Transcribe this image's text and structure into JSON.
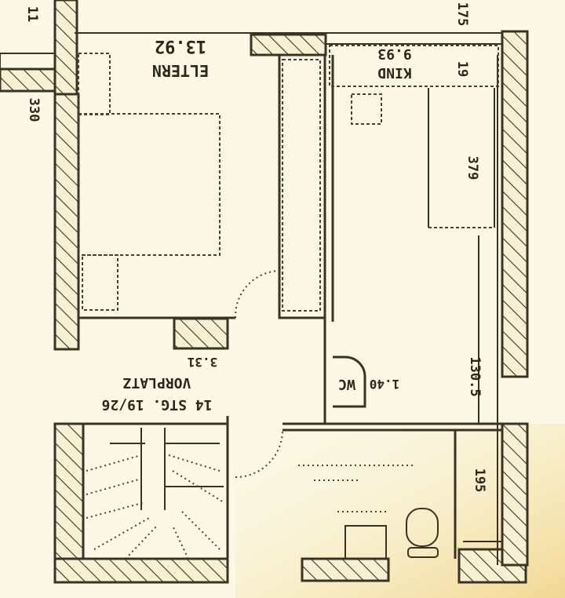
{
  "drawing": {
    "type": "floor plan (scanned, rotated 180°)",
    "colors": {
      "paper": "#fbf8e6",
      "ink": "#3b3226",
      "warm_tint": "#f3dc9a"
    },
    "rooms": [
      {
        "name": "ELTERN",
        "area": "13.92"
      },
      {
        "name": "KIND",
        "area": "9.93"
      },
      {
        "name": "VORPLATZ",
        "area": "3.31",
        "note": "14 STG. 19/26"
      },
      {
        "name": "WC",
        "area": "1.40"
      }
    ],
    "dimensions": {
      "kind_height": "379",
      "kind_small": "19",
      "top_right": "175",
      "left_wall": "330",
      "right_mid": "130.5",
      "right_bottom": "195",
      "left_top": "11"
    }
  }
}
